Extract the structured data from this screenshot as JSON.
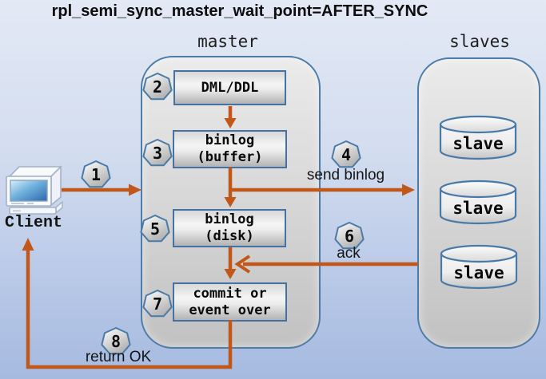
{
  "title": "rpl_semi_sync_master_wait_point=AFTER_SYNC",
  "master": {
    "label": "master",
    "boxes": [
      {
        "id": "dml-ddl",
        "lines": [
          "DML/DDL"
        ]
      },
      {
        "id": "binlog-buffer",
        "lines": [
          "binlog",
          "(buffer)"
        ]
      },
      {
        "id": "binlog-disk",
        "lines": [
          "binlog",
          "(disk)"
        ]
      },
      {
        "id": "commit",
        "lines": [
          "commit or",
          "event over"
        ]
      }
    ]
  },
  "slaves": {
    "label": "slaves",
    "nodes": [
      "slave",
      "slave",
      "slave"
    ]
  },
  "client": {
    "label": "Client"
  },
  "steps": [
    {
      "n": "1"
    },
    {
      "n": "2"
    },
    {
      "n": "3"
    },
    {
      "n": "4"
    },
    {
      "n": "5"
    },
    {
      "n": "6"
    },
    {
      "n": "7"
    },
    {
      "n": "8"
    }
  ],
  "labels": {
    "send_binlog": "send binlog",
    "ack": "ack",
    "return_ok": "return OK"
  },
  "colors": {
    "arrow_orange": "#c2571a",
    "container_border_blue": "#4d7ca9",
    "box_border_blue": "#4372a3",
    "screen_blue": "#2b67ae"
  }
}
